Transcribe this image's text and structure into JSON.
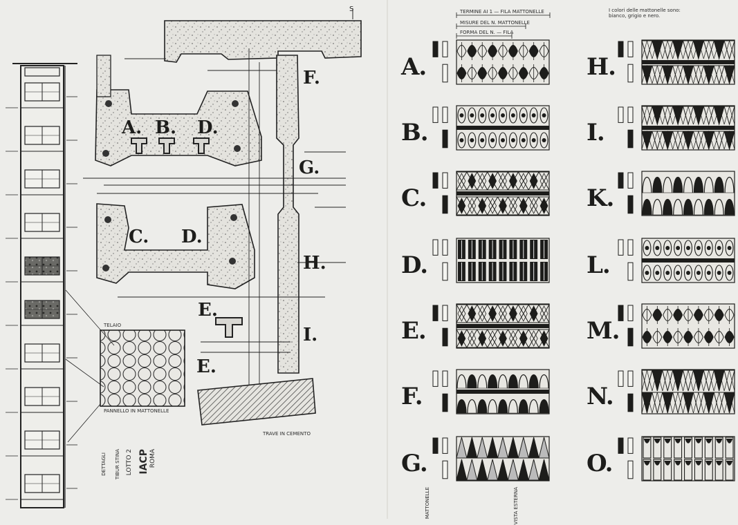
{
  "construction_labels": {
    "A": "A.",
    "B": "B.",
    "D_prime": "D.",
    "C": "C.",
    "D": "D.",
    "E": "E.",
    "E_prime": "E.",
    "F": "F.",
    "G": "G.",
    "H": "H.",
    "I": "I."
  },
  "title_block": {
    "iacp": "IACP",
    "city": "ROMA",
    "lotto": "LOTTO 2",
    "zone": "TIBUR STINA",
    "details": "DETTAGLI"
  },
  "top_notes": {
    "color_note": "I colori delle mattonelle sono: bianco, grigio e nero.",
    "dim_top": "TERMINE AI 1 — FILA MATTONELLE",
    "dim_mid": "MISURE DEL N. MATTONELLE",
    "dim_low": "FORMA DEL N. — FILA"
  },
  "plan_notes": {
    "beam": "TRAVE IN CEMENTO",
    "panel": "PANNELLO IN MATTONELLE",
    "frame": "TELAIO"
  },
  "legend_notes": {
    "sample_left": "MATTONELLE",
    "sample_right": "VISTA ESTERNA"
  },
  "patterns_left": [
    {
      "letter": "A.",
      "style": "lens-thin"
    },
    {
      "letter": "B.",
      "style": "oval-band"
    },
    {
      "letter": "C.",
      "style": "hourglass-band"
    },
    {
      "letter": "D.",
      "style": "dark-bars"
    },
    {
      "letter": "E.",
      "style": "diamond-band"
    },
    {
      "letter": "F.",
      "style": "wave-band"
    },
    {
      "letter": "G.",
      "style": "fan"
    }
  ],
  "patterns_right": [
    {
      "letter": "H.",
      "style": "triangle-band"
    },
    {
      "letter": "I.",
      "style": "diamond-split"
    },
    {
      "letter": "K.",
      "style": "wave-rows"
    },
    {
      "letter": "L.",
      "style": "hex-band"
    },
    {
      "letter": "M.",
      "style": "lens-rows"
    },
    {
      "letter": "N.",
      "style": "zigzag-rows"
    },
    {
      "letter": "O.",
      "style": "pillar"
    }
  ],
  "colors": {
    "ink": "#1d1d1b",
    "paper": "#ededea",
    "hatch": "#3a3a38"
  }
}
